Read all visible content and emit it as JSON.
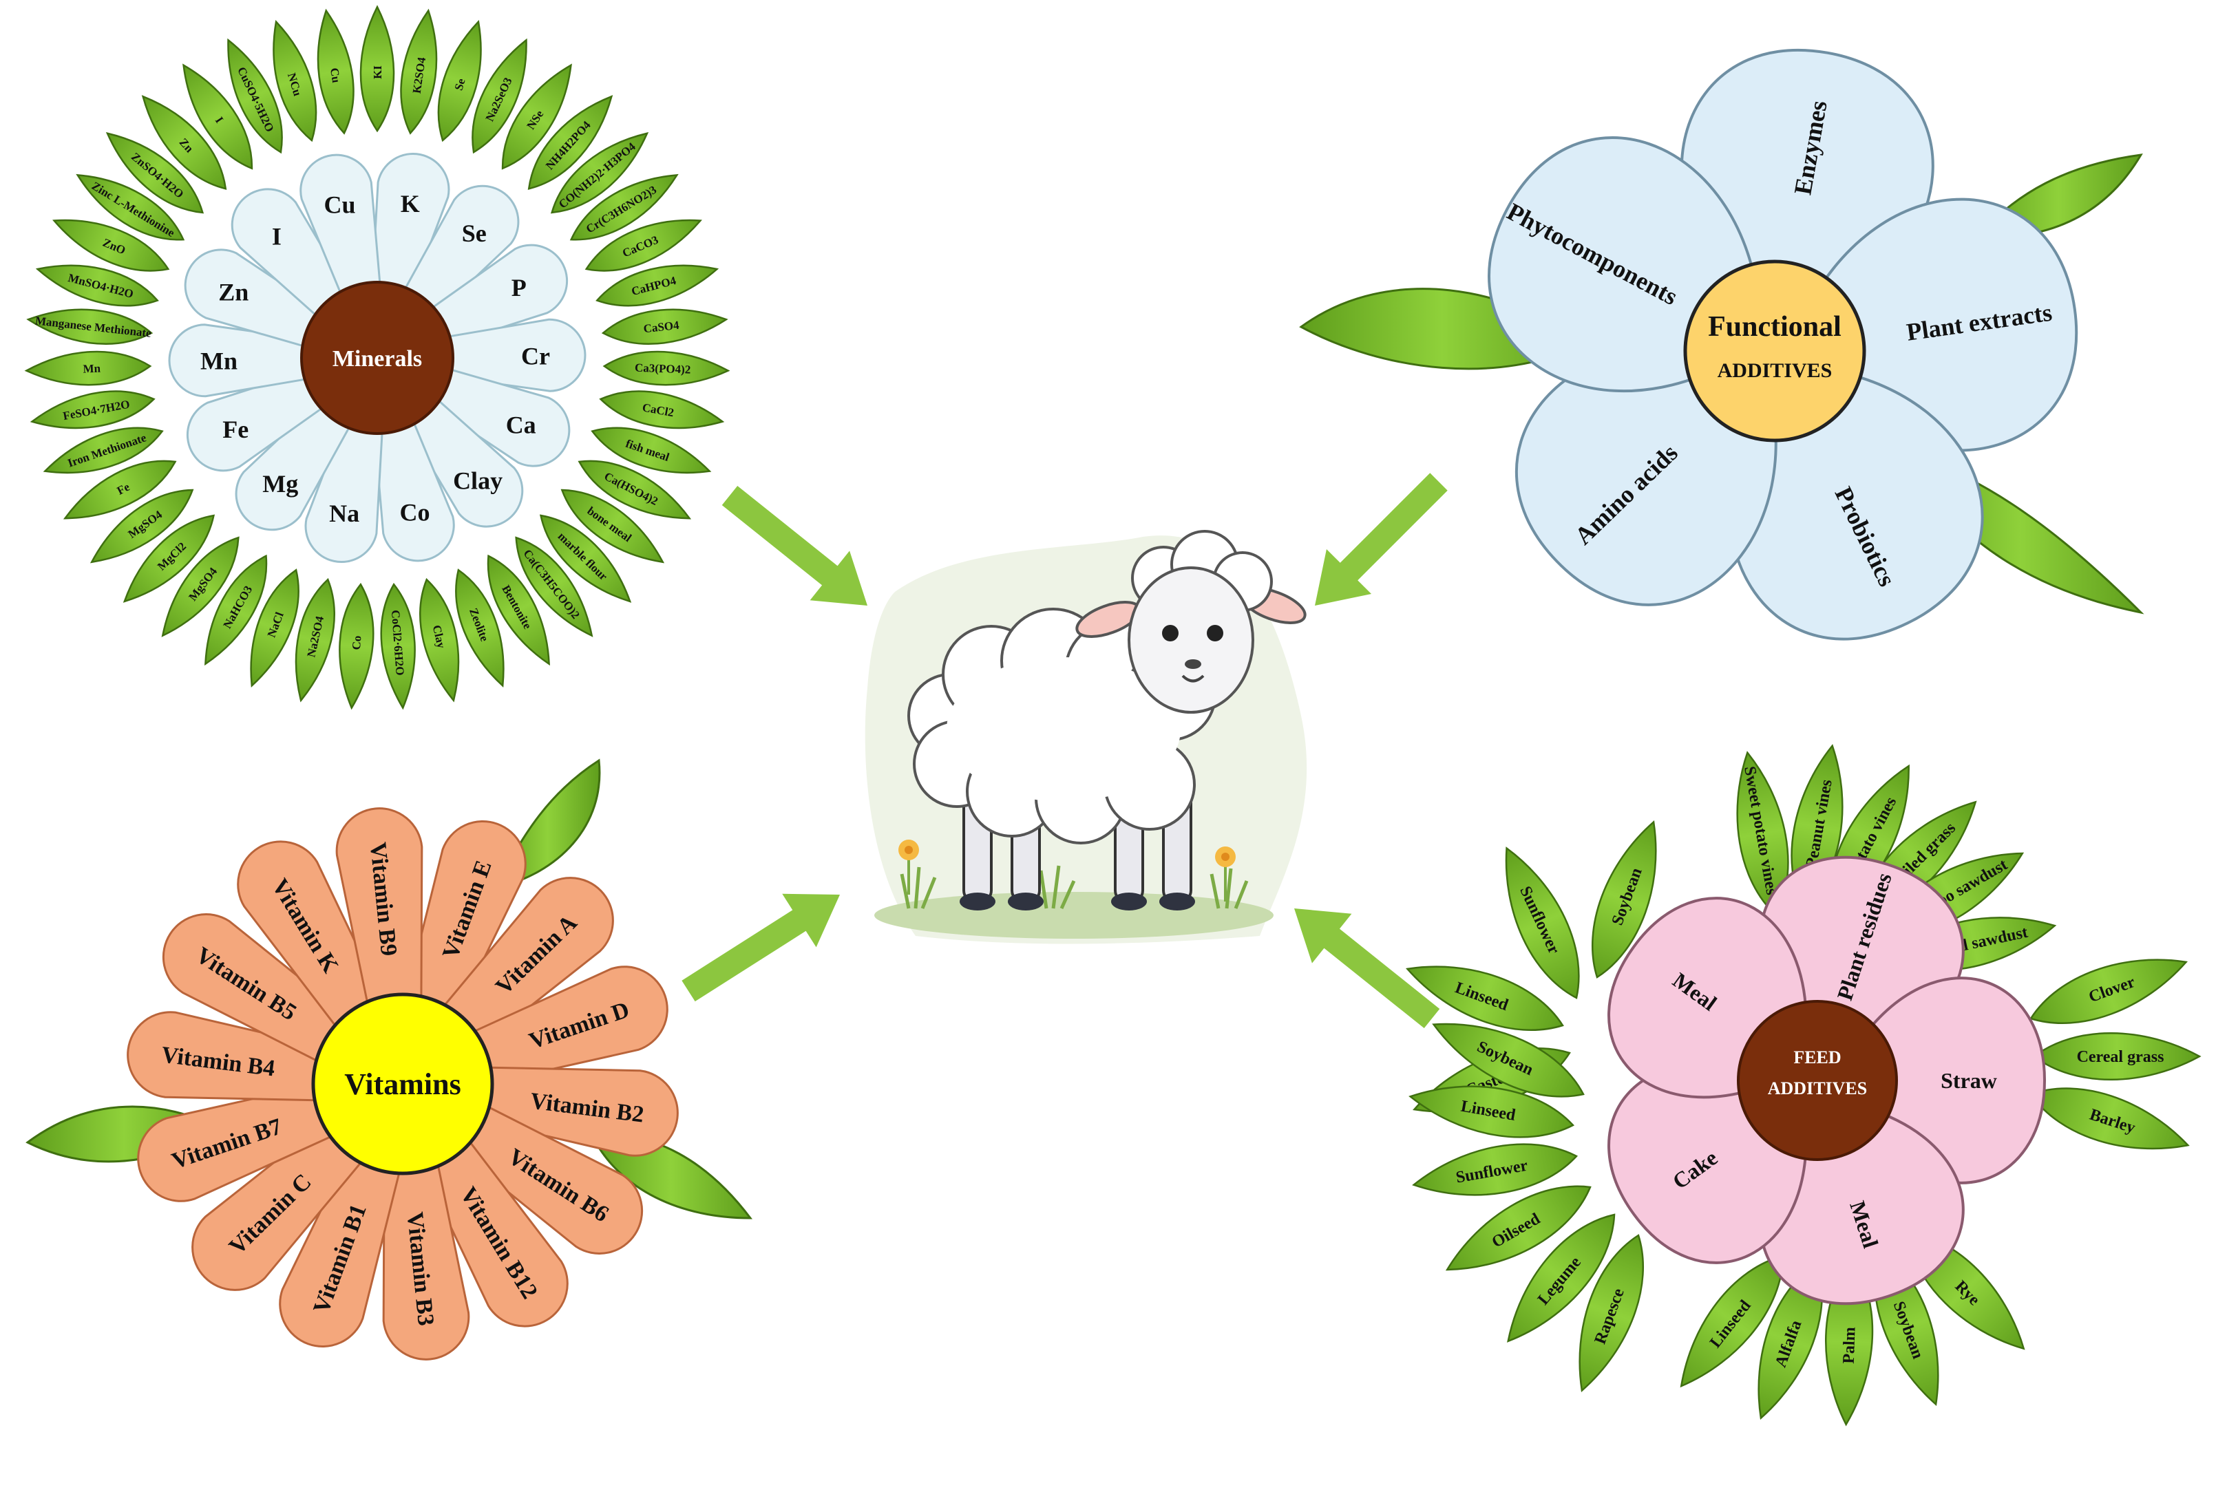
{
  "minerals": {
    "center": "Minerals",
    "petals": [
      "K",
      "Se",
      "P",
      "Cr",
      "Ca",
      "Clay",
      "Co",
      "Na",
      "Mg",
      "Fe",
      "Mn",
      "Zn",
      "I",
      "Cu"
    ],
    "leaves": [
      "KI",
      "K2SO4",
      "Se",
      "Na2SeO3",
      "NSe",
      "NH4H2PO4",
      "CO(NH2)2·H3PO4",
      "Cr(C3H6NO2)3",
      "CaCO3",
      "CaHPO4",
      "CaSO4",
      "Ca3(PO4)2",
      "CaCl2",
      "fish meal",
      "Ca(HSO4)2",
      "bone meal",
      "marble flour",
      "Ca(C3H5COO)2",
      "Bentonite",
      "Zeolite",
      "Clay",
      "CoCl2·6H2O",
      "Co",
      "Na2SO4",
      "NaCl",
      "NaHCO3",
      "MgSO4",
      "MgCl2",
      "MgSO4",
      "Fe",
      "Iron Methionate",
      "FeSO4·7H2O",
      "Mn",
      "Manganese Methionate",
      "MnSO4·H2O",
      "ZnO",
      "Zinc L-Methionine",
      "ZnSO4·H2O",
      "Zn",
      "I",
      "CuSO4·5H2O",
      "NCu",
      "Cu"
    ],
    "colors": {
      "center": "#7a2e0c",
      "petal": "#e8f4f8",
      "leaf": "#7cbf2a"
    }
  },
  "functional": {
    "center_line1": "Functional",
    "center_line2": "ADDITIVES",
    "petals": [
      "Enzymes",
      "Plant extracts",
      "Probiotics",
      "Amino acids",
      "Phytocomponents"
    ],
    "colors": {
      "center": "#fdd36b",
      "petal": "#dcedf8",
      "leaf": "#7cbf2a"
    }
  },
  "vitamins": {
    "center": "Vitamins",
    "petals": [
      "Vitamin E",
      "Vitamin A",
      "Vitamin D",
      "Vitamin B2",
      "Vitamin B6",
      "Vitamin B12",
      "Vitamin B3",
      "Vitamin B1",
      "Vitamin C",
      "Vitamin B7",
      "Vitamin B4",
      "Vitamin B5",
      "Vitamin K",
      "Vitamin B9"
    ],
    "colors": {
      "center": "#ffff00",
      "petal": "#f4a77c",
      "leaf": "#7cbf2a"
    }
  },
  "feed": {
    "center_line1": "FEED",
    "center_line2": "ADDITIVES",
    "petals": [
      "Plant residues",
      "Straw",
      "Meal",
      "Cake",
      "Meal"
    ],
    "leaves": [
      "Soybean",
      "Sunflower",
      "Linseed",
      "Castor",
      "Sweet potato vines",
      "Peanut vines",
      "Potato vines",
      "Ensiled grass",
      "Bamboo sawdust",
      "Wood sawdust",
      "Clover",
      "Cereal grass",
      "Barley",
      "Rye",
      "Soybean",
      "Palm",
      "Alfalfa",
      "Linseed",
      "Rapesce",
      "Legume",
      "Oilseed",
      "Sunflower",
      "Linseed",
      "Soybean"
    ],
    "colors": {
      "center": "#7a2e0c",
      "petal": "#f7c9dd",
      "leaf": "#7cbf2a"
    }
  },
  "arrows": {
    "color": "#8cc63f"
  }
}
